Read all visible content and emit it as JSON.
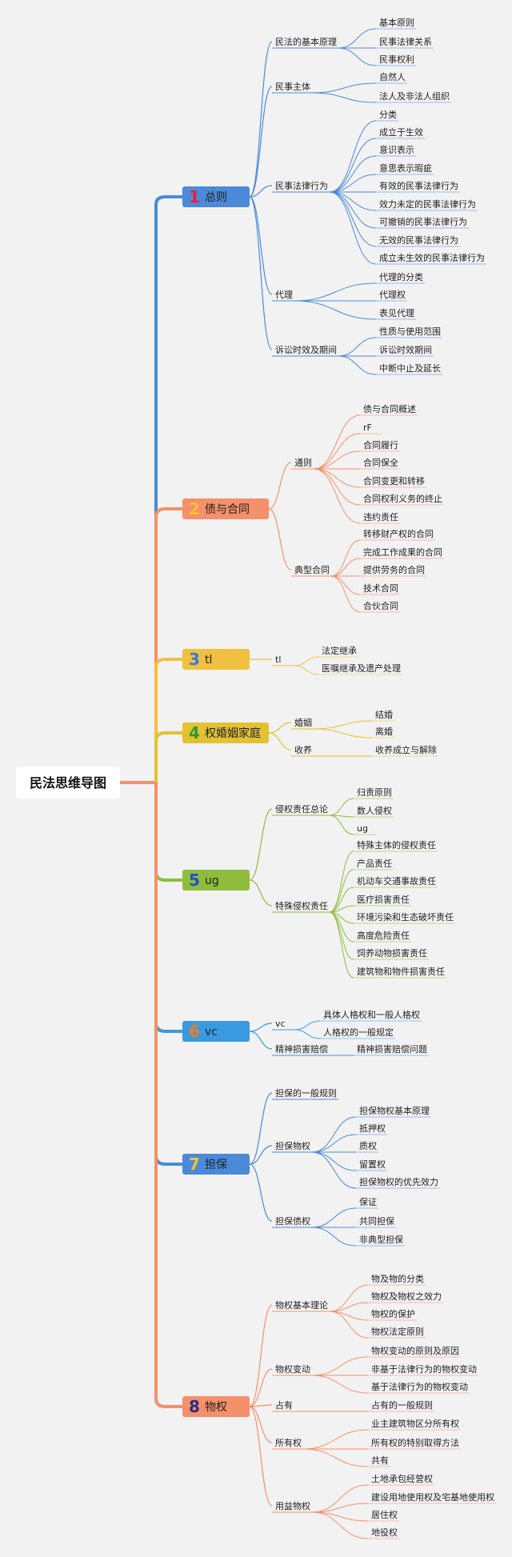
{
  "root": {
    "label": "民法思维导图"
  },
  "branches": [
    {
      "number": "1",
      "label": "总则",
      "numColor": "#e8203a",
      "boxColor": "#4a8ad8",
      "lineColor": "#4a8ad8",
      "children": [
        {
          "label": "民法的基本原理",
          "children": [
            "基本原则",
            "民事法律关系",
            "民事权利"
          ]
        },
        {
          "label": "民事主体",
          "children": [
            "自然人",
            "法人及非法人组织"
          ]
        },
        {
          "label": "民事法律行为",
          "children": [
            "分类",
            "成立于生效",
            "意识表示",
            "意思表示瑕疵",
            "有效的民事法律行为",
            "效力未定的民事法律行为",
            "可撤销的民事法律行为",
            "无效的民事法律行为",
            "成立未生效的民事法律行为"
          ]
        },
        {
          "label": "代理",
          "children": [
            "代理的分类",
            "代理权",
            "表见代理"
          ]
        },
        {
          "label": "诉讼时效及期间",
          "children": [
            "性质与使用范围",
            "诉讼时效期间",
            "中断中止及延长"
          ]
        }
      ]
    },
    {
      "number": "2",
      "label": "债与合同",
      "numColor": "#f2c230",
      "boxColor": "#f4906a",
      "lineColor": "#f4906a",
      "children": [
        {
          "label": "通则",
          "children": [
            "债与合同概述",
            "rF",
            "合同履行",
            "合同保全",
            "合同变更和转移",
            "合同权利义务的终止",
            "违约责任"
          ]
        },
        {
          "label": "典型合同",
          "children": [
            "转移财产权的合同",
            "完成工作成果的合同",
            "提供劳务的合同",
            "技术合同",
            "合伙合同"
          ]
        }
      ]
    },
    {
      "number": "3",
      "label": "tl",
      "numColor": "#2f7de0",
      "boxColor": "#f2c040",
      "lineColor": "#f2c040",
      "children": [
        {
          "label": "tl",
          "children": [
            "法定继承",
            "医嘱继承及遗产处理"
          ]
        }
      ]
    },
    {
      "number": "4",
      "label": "权婚姻家庭",
      "numColor": "#2a9a3a",
      "boxColor": "#e2c230",
      "lineColor": "#e2c230",
      "children": [
        {
          "label": "婚姻",
          "children": [
            "结婚",
            "离婚"
          ]
        },
        {
          "label": "收养",
          "children": [
            "收养成立与解除"
          ]
        }
      ]
    },
    {
      "number": "5",
      "label": "ug",
      "numColor": "#2451c4",
      "boxColor": "#8fbc3c",
      "lineColor": "#8fbc3c",
      "children": [
        {
          "label": "侵权责任总论",
          "children": [
            "归责原则",
            "数人侵权",
            "ug"
          ]
        },
        {
          "label": "特殊侵权责任",
          "children": [
            "特殊主体的侵权责任",
            "产品责任",
            "机动车交通事故责任",
            "医疗损害责任",
            "环境污染和生态破坏责任",
            "高度危险责任",
            "饲养动物损害责任",
            "建筑物和物件损害责任"
          ]
        }
      ]
    },
    {
      "number": "6",
      "label": "vc",
      "numColor": "#f07b20",
      "boxColor": "#3a9ae0",
      "lineColor": "#3a9ae0",
      "children": [
        {
          "label": "vc",
          "children": [
            "具体人格权和一般人格权",
            "人格权的一般规定"
          ]
        },
        {
          "label": "精神损害赔偿",
          "children": [
            "精神损害赔偿问题"
          ]
        }
      ]
    },
    {
      "number": "7",
      "label": "担保",
      "numColor": "#f2c230",
      "boxColor": "#4a8ad8",
      "lineColor": "#4a8ad8",
      "children": [
        {
          "label": "担保的一般规则",
          "children": []
        },
        {
          "label": "担保物权",
          "children": [
            "担保物权基本原理",
            "抵押权",
            "质权",
            "留置权",
            "担保物权的优先效力"
          ]
        },
        {
          "label": "担保债权",
          "children": [
            "保证",
            "共同担保",
            "非典型担保"
          ]
        }
      ]
    },
    {
      "number": "8",
      "label": "物权",
      "numColor": "#2b2a8a",
      "boxColor": "#f4906a",
      "lineColor": "#f4906a",
      "children": [
        {
          "label": "物权基本理论",
          "children": [
            "物及物的分类",
            "物权及物权之效力",
            "物权的保护",
            "物权法定原则"
          ]
        },
        {
          "label": "物权变动",
          "children": [
            "物权变动的原则及原因",
            "非基于法律行为的物权变动",
            "基于法律行为的物权变动"
          ]
        },
        {
          "label": "占有",
          "children": [
            "占有的一般规则"
          ]
        },
        {
          "label": "所有权",
          "children": [
            "业主建筑物区分所有权",
            "所有权的特别取得方法",
            "共有"
          ]
        },
        {
          "label": "用益物权",
          "children": [
            "土地承包经营权",
            "建设用地使用权及宅基地使用权",
            "居住权",
            "地役权"
          ]
        }
      ]
    }
  ]
}
